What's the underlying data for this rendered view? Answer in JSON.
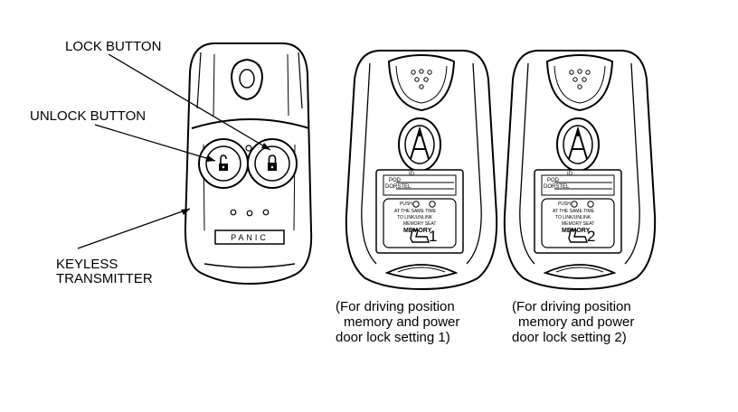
{
  "callouts": {
    "lock_button": "LOCK BUTTON",
    "unlock_button": "UNLOCK BUTTON",
    "keyless_line1": "KEYLESS",
    "keyless_line2": "TRANSMITTER"
  },
  "transmitter": {
    "panic_label": "PANIC"
  },
  "fob_label": {
    "id": "ID",
    "pod": "POD",
    "dorstel": "DORSTEL",
    "push_lines": [
      "PUSH",
      "AT THE SAME TIME",
      "TO LINK/UNLINK",
      "MEMORY SEAT"
    ],
    "memory": "MEMORY"
  },
  "fob1": {
    "number": "1",
    "caption_line1": "(For driving position",
    "caption_line2": "memory and power",
    "caption_line3": "door lock setting 1)"
  },
  "fob2": {
    "number": "2",
    "caption_line1": "(For driving position",
    "caption_line2": "memory and power",
    "caption_line3": "door lock setting 2)"
  }
}
